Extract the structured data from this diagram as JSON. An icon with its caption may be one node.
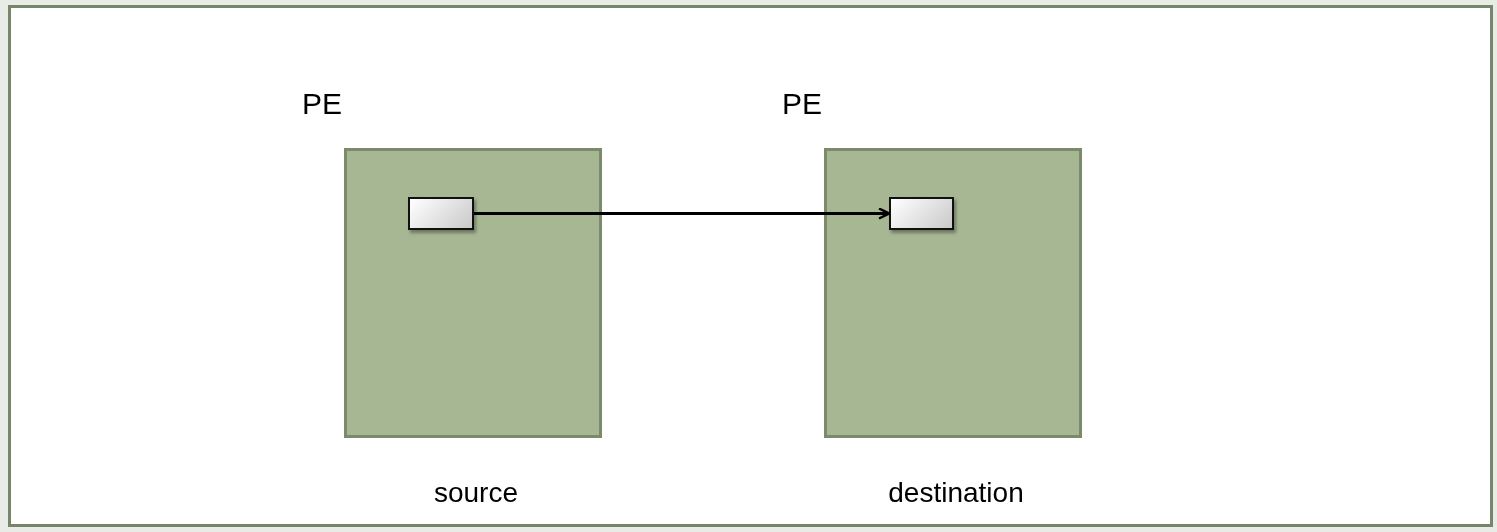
{
  "diagram": {
    "nodes": [
      {
        "text": [
          "PE"
        ],
        "beside": [
          "source"
        ]
      },
      {
        "text": [],
        "shape": "box",
        "in": 0
      },
      {
        "text": [
          "PE"
        ],
        "beside": [
          "destination"
        ]
      },
      {
        "text": [],
        "shape": "box",
        "in": 2
      }
    ],
    "edges": [
      {
        "from": 1,
        "to": 3,
        "arrow": "to"
      }
    ]
  }
}
